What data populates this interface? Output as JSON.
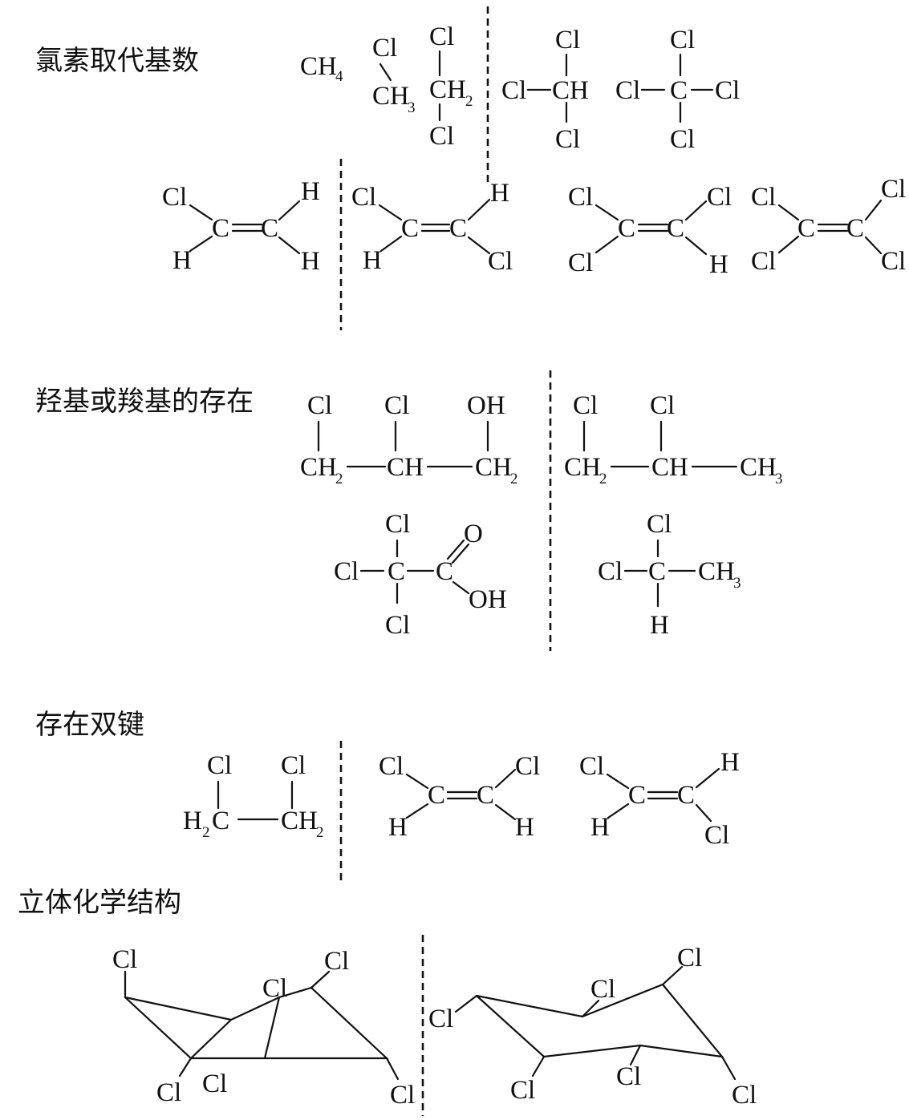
{
  "headings": {
    "h1": "氯素取代基数",
    "h2": "羟基或羧基的存在",
    "h3": "存在双键",
    "h4": "立体化学结构"
  },
  "atoms": {
    "cl": "Cl",
    "h": "H",
    "c": "C",
    "ch": "CH",
    "ch_base": "CH",
    "h_base": "H",
    "oh": "OH",
    "o": "O",
    "sub2": "2",
    "sub3": "3",
    "sub4": "4"
  }
}
